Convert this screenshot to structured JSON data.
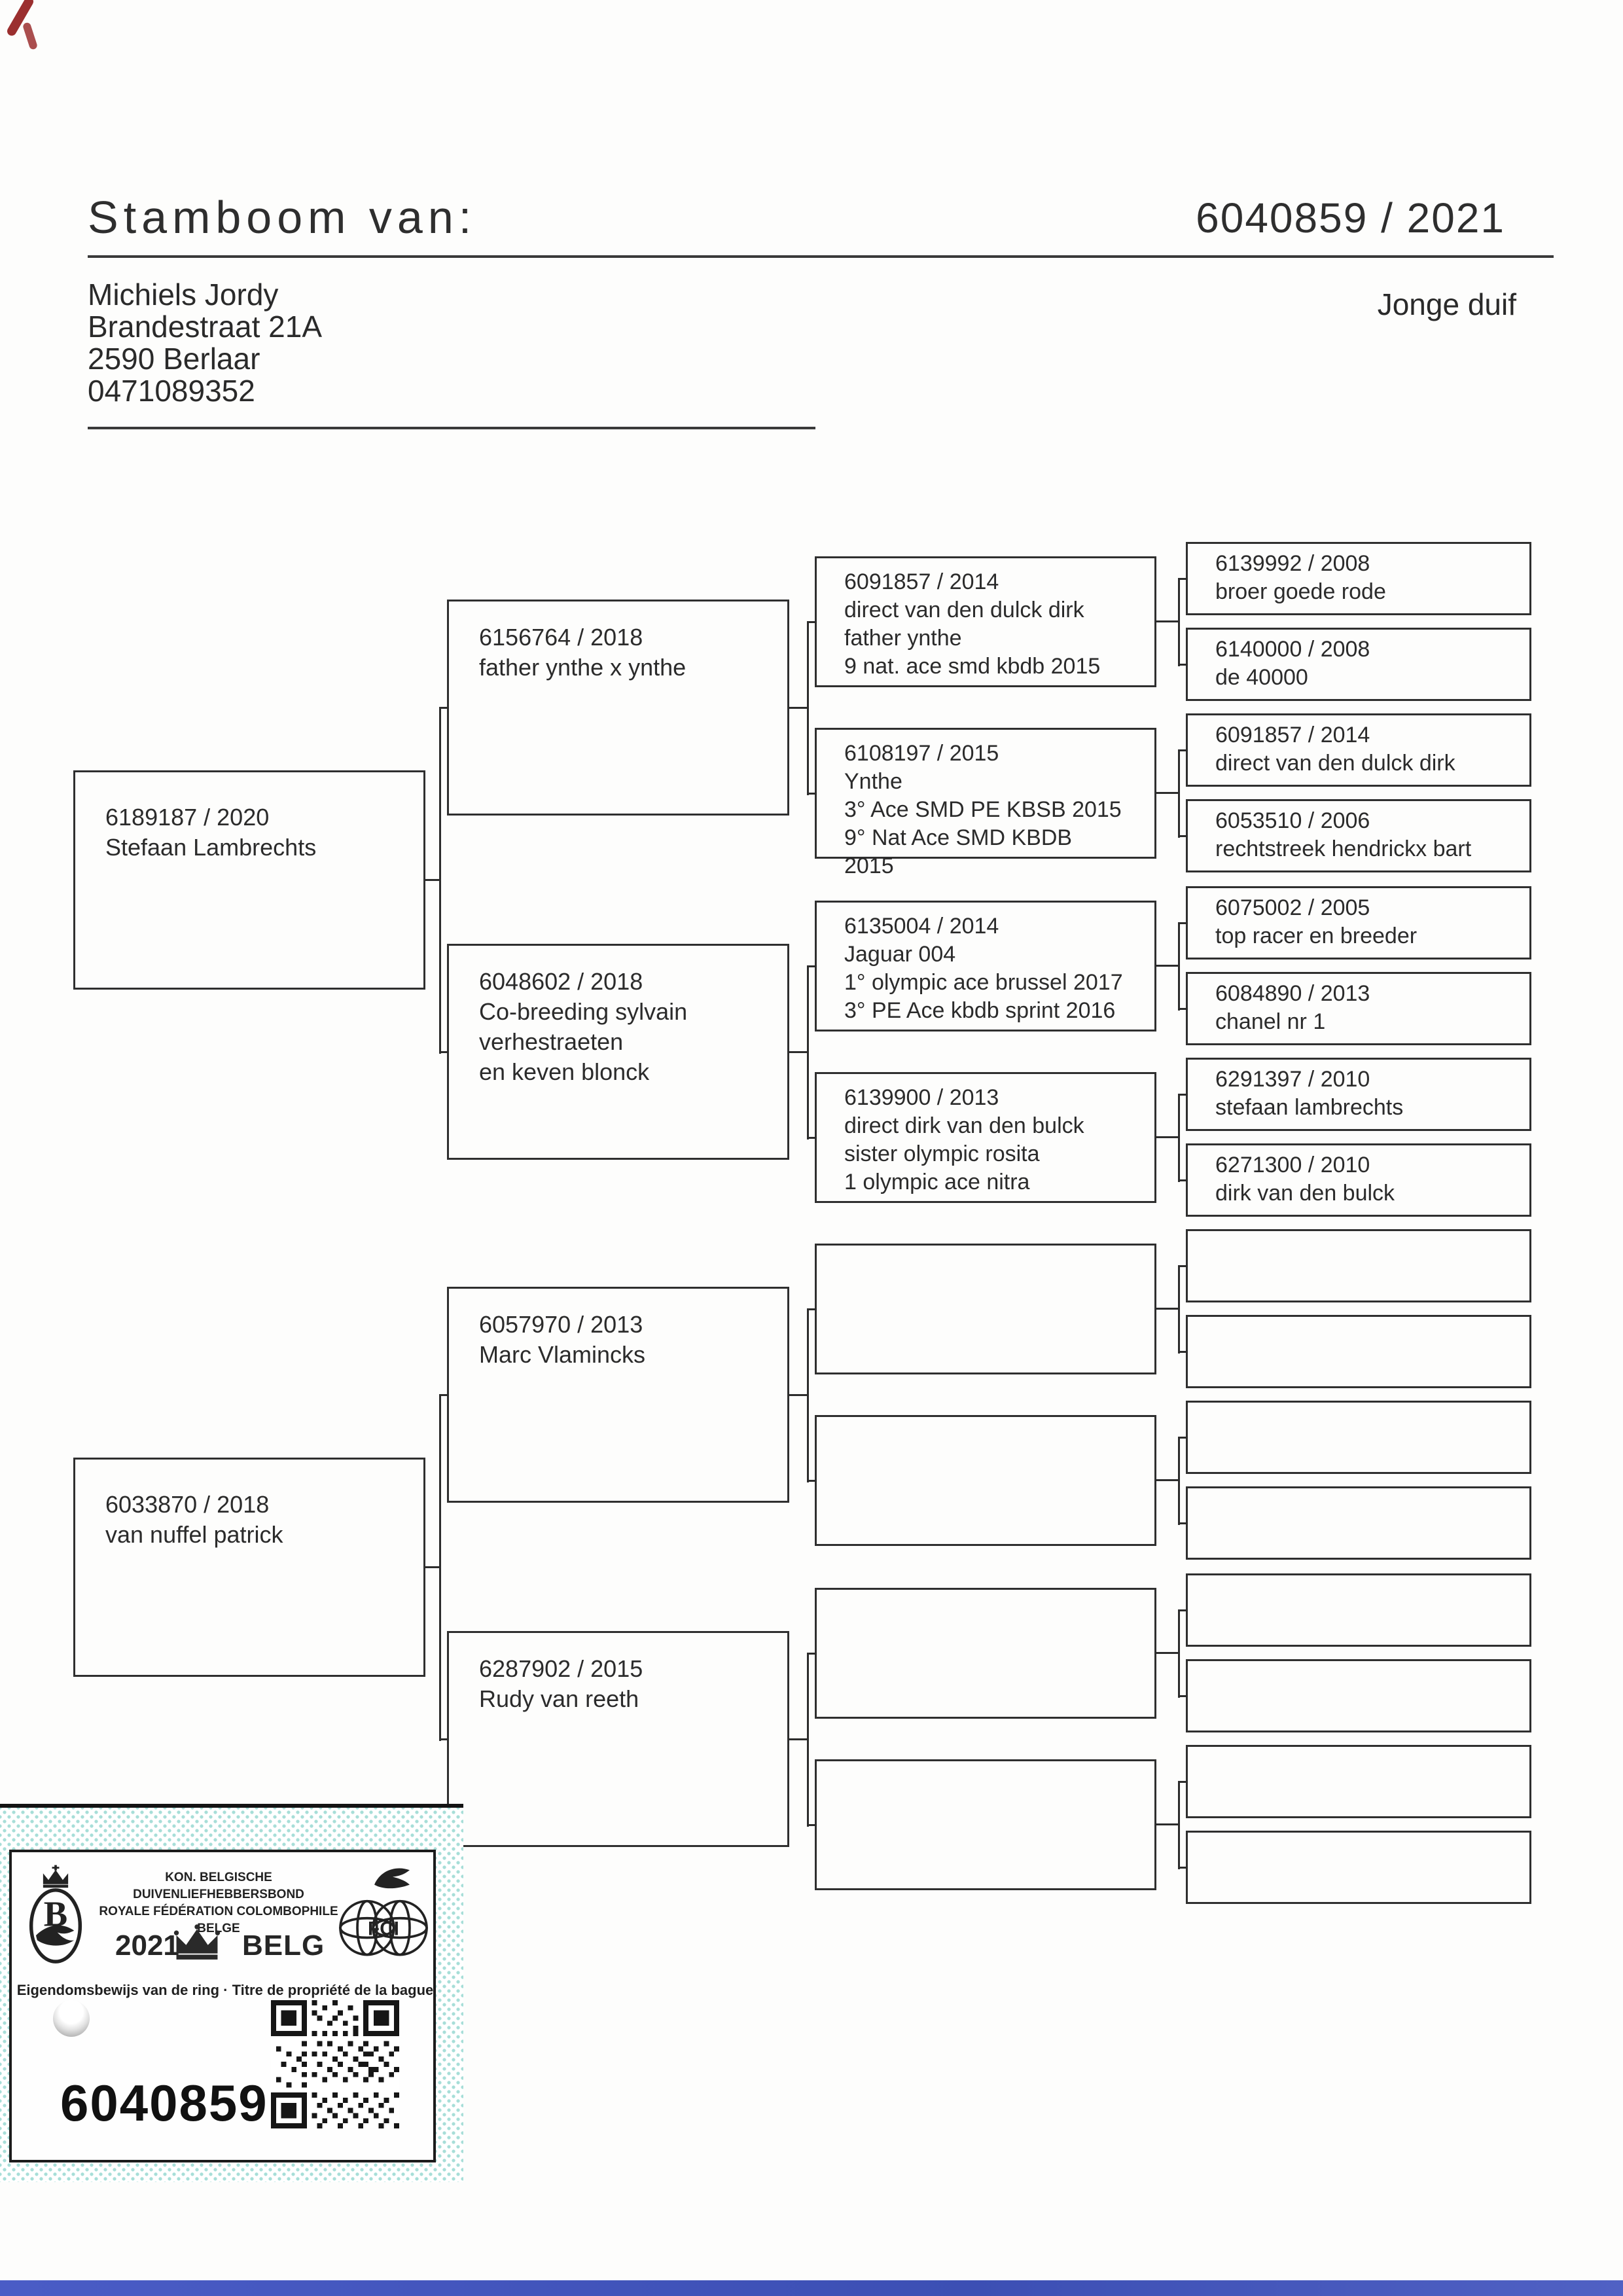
{
  "page": {
    "title": "Stamboom van:",
    "ring_year": "6040859 / 2021",
    "owner_block": "Michiels Jordy\nBrandestraat 21A\n2590 Berlaar\n0471089352",
    "bird_type": "Jonge duif"
  },
  "tree": {
    "generation1": [
      {
        "ring": "6189187 / 2020",
        "desc": "Stefaan Lambrechts"
      },
      {
        "ring": "6033870 / 2018",
        "desc": "van nuffel patrick"
      }
    ],
    "generation2": [
      {
        "ring": "6156764 / 2018",
        "desc": "father ynthe x ynthe"
      },
      {
        "ring": "6048602 / 2018",
        "desc": "Co-breeding sylvain verhestraeten\nen keven blonck"
      },
      {
        "ring": "6057970 / 2013",
        "desc": "Marc Vlamincks"
      },
      {
        "ring": "6287902 / 2015",
        "desc": "Rudy van reeth"
      }
    ],
    "generation3": [
      {
        "ring": "6091857 / 2014",
        "desc": "direct van den dulck dirk\nfather ynthe\n9 nat. ace smd kbdb 2015"
      },
      {
        "ring": "6108197 / 2015",
        "desc": "Ynthe\n3° Ace SMD PE KBSB 2015\n9° Nat Ace SMD KBDB 2015"
      },
      {
        "ring": "6135004 / 2014",
        "desc": "Jaguar 004\n1° olympic ace brussel 2017\n3° PE Ace kbdb sprint 2016"
      },
      {
        "ring": "6139900 / 2013",
        "desc": "direct dirk van den bulck\nsister olympic rosita\n1 olympic ace nitra"
      },
      {
        "ring": "",
        "desc": ""
      },
      {
        "ring": "",
        "desc": ""
      },
      {
        "ring": "",
        "desc": ""
      },
      {
        "ring": "",
        "desc": ""
      }
    ],
    "generation4": [
      {
        "ring": "6139992 / 2008",
        "desc": "broer goede rode"
      },
      {
        "ring": "6140000 / 2008",
        "desc": "de 40000"
      },
      {
        "ring": "6091857 / 2014",
        "desc": "direct van den dulck dirk"
      },
      {
        "ring": "6053510 / 2006",
        "desc": "rechtstreek hendrickx bart"
      },
      {
        "ring": "6075002 / 2005",
        "desc": "top racer en breeder"
      },
      {
        "ring": "6084890 / 2013",
        "desc": "chanel nr 1"
      },
      {
        "ring": "6291397 / 2010",
        "desc": "stefaan lambrechts"
      },
      {
        "ring": "6271300 / 2010",
        "desc": "dirk van den bulck"
      },
      {
        "ring": "",
        "desc": ""
      },
      {
        "ring": "",
        "desc": ""
      },
      {
        "ring": "",
        "desc": ""
      },
      {
        "ring": "",
        "desc": ""
      },
      {
        "ring": "",
        "desc": ""
      },
      {
        "ring": "",
        "desc": ""
      },
      {
        "ring": "",
        "desc": ""
      },
      {
        "ring": "",
        "desc": ""
      }
    ]
  },
  "stamp": {
    "federation_block": "KON. BELGISCHE DUIVENLIEFHEBBERSBOND\nROYALE FÉDÉRATION COLOMBOPHILE BELGE",
    "year": "2021",
    "country": "BELG",
    "logo_letter": "B",
    "fci_letters": "FCI",
    "ownership_title": "Eigendomsbewijs van de ring · Titre de propriété de la bague",
    "ring_number": "6040859"
  },
  "colors": {
    "scan_ink": "#2c2c2c",
    "sticker_dot_cyan": "#a7ded8",
    "bottom_bar_blue": "#4455bd",
    "corner_mark_red": "#9b2f2f"
  }
}
